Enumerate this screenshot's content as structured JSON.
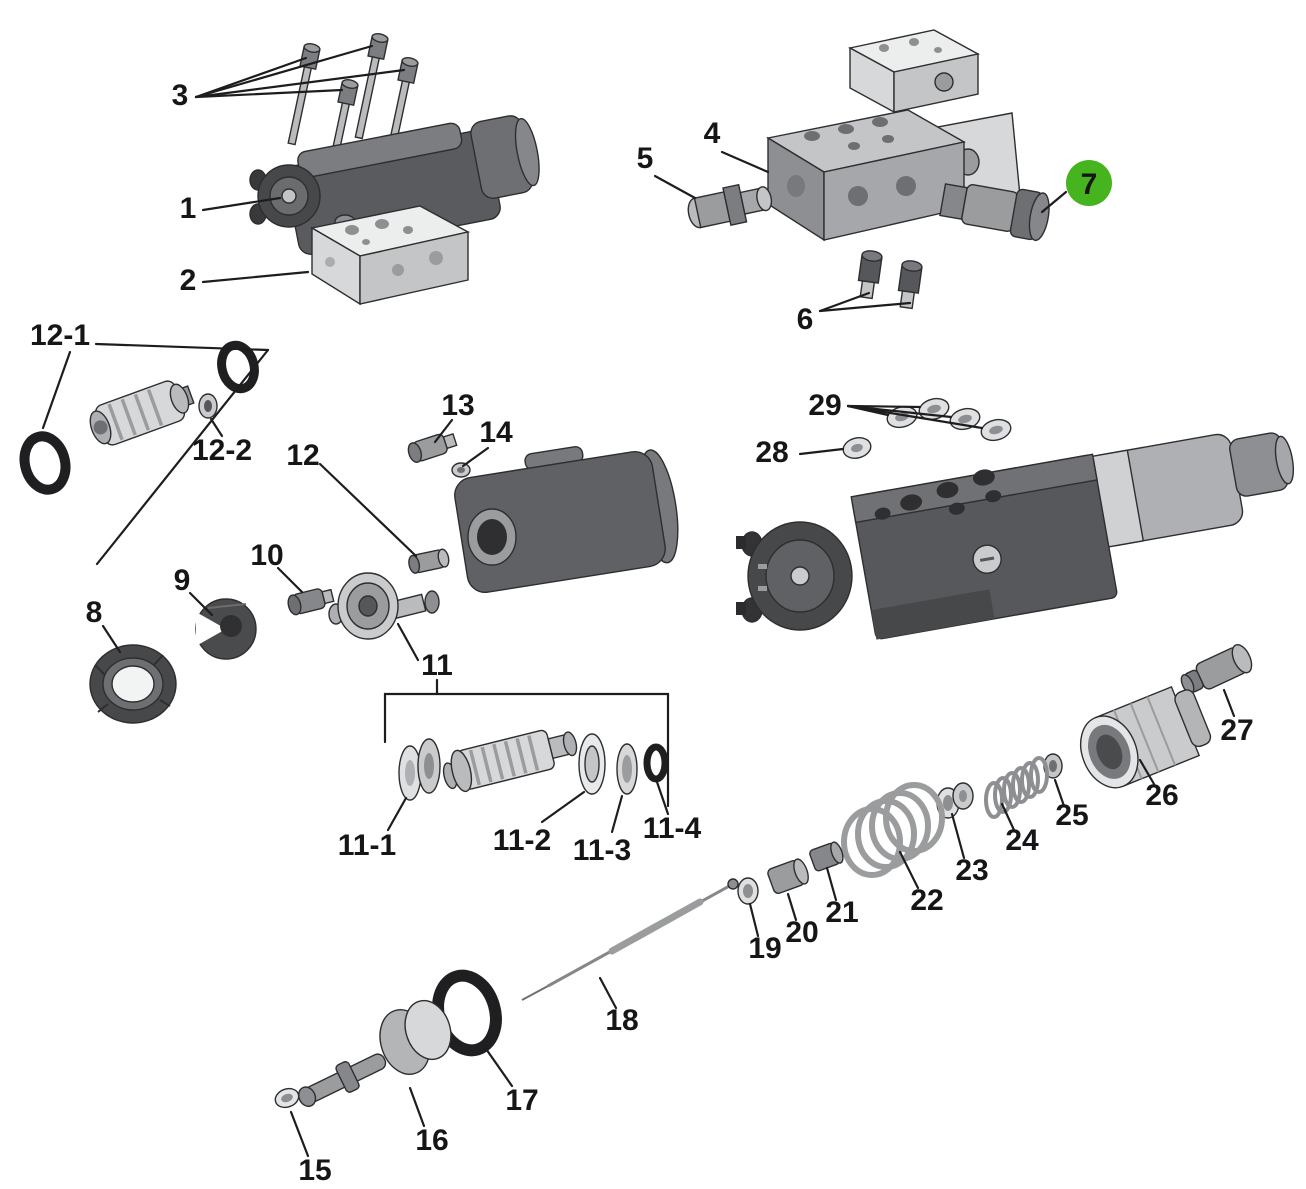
{
  "diagram": {
    "background": "#ffffff",
    "ink": "#161618",
    "colors": {
      "highlight": "#46b41e"
    },
    "highlighted_callout": "7",
    "labels": {
      "p1": "1",
      "p2": "2",
      "p3": "3",
      "p4": "4",
      "p5": "5",
      "p6": "6",
      "p7": "7",
      "p8": "8",
      "p9": "9",
      "p10": "10",
      "p11": "11",
      "p11_1": "11-1",
      "p11_2": "11-2",
      "p11_3": "11-3",
      "p11_4": "11-4",
      "p12": "12",
      "p12_1": "12-1",
      "p12_2": "12-2",
      "p13": "13",
      "p14": "14",
      "p15": "15",
      "p16": "16",
      "p17": "17",
      "p18": "18",
      "p19": "19",
      "p20": "20",
      "p21": "21",
      "p22": "22",
      "p23": "23",
      "p24": "24",
      "p25": "25",
      "p26": "26",
      "p27": "27",
      "p28": "28",
      "p29": "29"
    }
  }
}
